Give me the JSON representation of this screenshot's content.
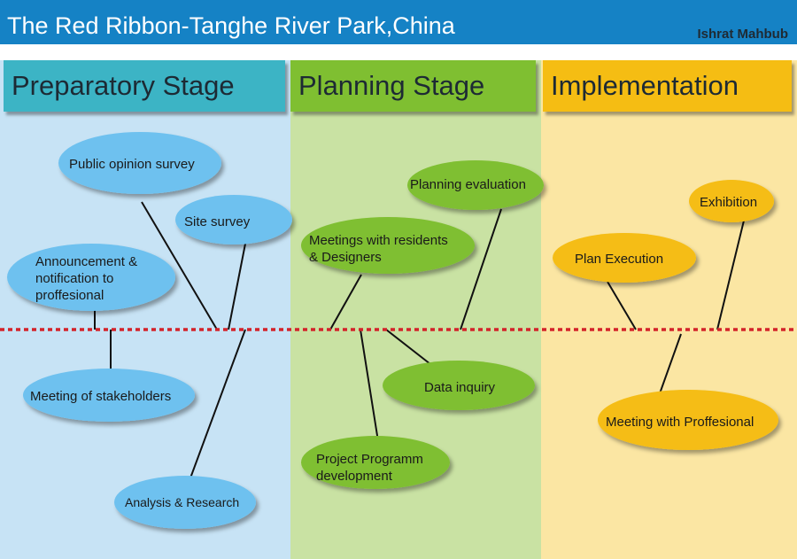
{
  "header": {
    "title": "The Red Ribbon-Tanghe River Park,China",
    "author": "Ishrat Mahbub"
  },
  "stages": {
    "preparatory": "Preparatory Stage",
    "planning": "Planning Stage",
    "implementation": "Implementation"
  },
  "colors": {
    "title_bar": "#1582c5",
    "preparatory_header": "#3cb4c5",
    "planning_header": "#7fbf31",
    "implementation_header": "#f5bd13",
    "preparatory_bg": "#c7e3f5",
    "planning_bg": "#c9e2a3",
    "implementation_bg": "#fbe6a3",
    "timeline": "#d3232a"
  },
  "nodes": {
    "public_opinion_survey": {
      "lines": [
        "Public opinion survey"
      ]
    },
    "site_survey": {
      "lines": [
        "Site survey"
      ]
    },
    "announcement": {
      "lines": [
        "Announcement &",
        "notification to",
        "proffesional"
      ]
    },
    "meeting_stakeholders": {
      "lines": [
        "Meeting of stakeholders"
      ]
    },
    "analysis_research": {
      "lines": [
        "Analysis & Research"
      ]
    },
    "planning_evaluation": {
      "lines": [
        "Planning evaluation"
      ]
    },
    "meetings_residents": {
      "lines": [
        "Meetings with residents",
        " & Designers"
      ]
    },
    "data_inquiry": {
      "lines": [
        "Data inquiry"
      ]
    },
    "project_programm": {
      "lines": [
        "Project Programm",
        " development"
      ]
    },
    "exhibition": {
      "lines": [
        "Exhibition"
      ]
    },
    "plan_execution": {
      "lines": [
        "Plan Execution"
      ]
    },
    "meeting_proffesional": {
      "lines": [
        "Meeting with Proffesional"
      ]
    }
  }
}
